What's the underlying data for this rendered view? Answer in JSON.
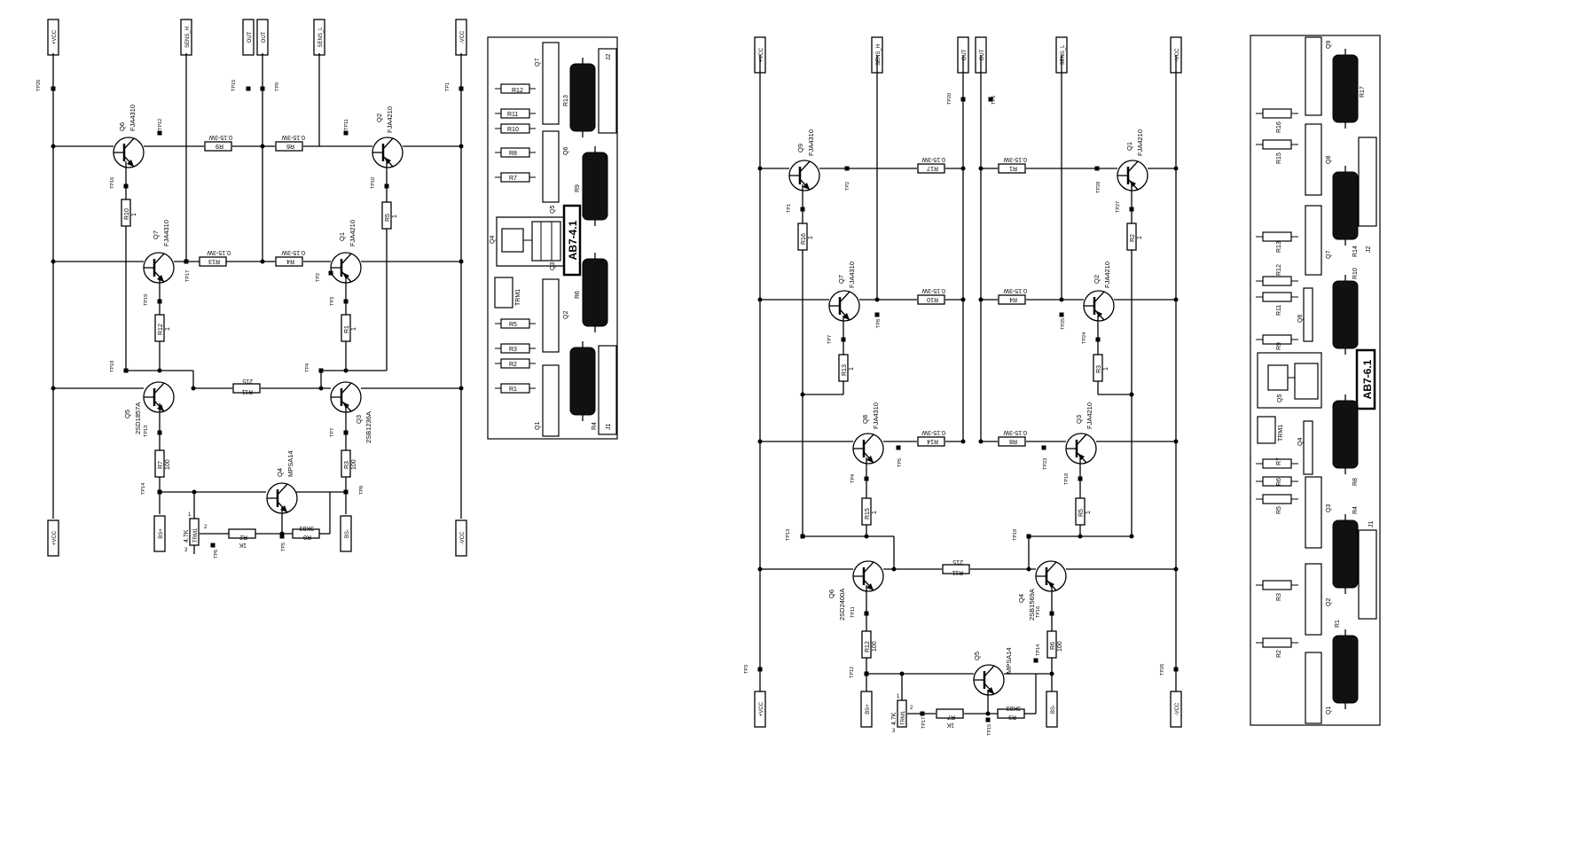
{
  "left": {
    "rails": {
      "vcc_pos_top": "+VCC",
      "sens_h": "SENS_H",
      "out_a": "OUT",
      "out_b": "OUT",
      "sens_l": "SENS_L",
      "vcc_neg_top": "-VCC",
      "vcc_pos_bot": "+VCC",
      "bs_pos": "BS+",
      "bs_neg": "BS-",
      "vcc_neg_bot": "-VCC"
    },
    "testpoints": {
      "tp20": "TP20",
      "tp15": "TP15",
      "tp9": "TP9",
      "tp1": "TP1",
      "tp12": "TP12",
      "tp11": "TP11",
      "tp16": "TP16",
      "tp10": "TP10",
      "tp17": "TP17",
      "tp2": "TP2",
      "tp19": "TP19",
      "tp3": "TP3",
      "tp18": "TP18",
      "tp4": "TP4",
      "tp13": "TP13",
      "tp7": "TP7",
      "tp14": "TP14",
      "tp8": "TP8",
      "tp6": "TP6",
      "tp5": "TP5"
    },
    "transistors": {
      "q6": "Q6",
      "q6_part": "FJA4310",
      "q2": "Q2",
      "q2_part": "FJA4210",
      "q7": "Q7",
      "q7_part": "FJA4310",
      "q1": "Q1",
      "q1_part": "FJA4210",
      "q5": "Q5",
      "q5_part": "2SD1857A",
      "q3": "Q3",
      "q3_part": "2SB1236A",
      "q4": "Q4",
      "q4_part": "MPSA14"
    },
    "resistors": {
      "r9": "R9",
      "r9_val": "0.15-3W",
      "r6": "R6",
      "r6_val": "0.15-3W",
      "r13": "R13",
      "r13_val": "0.15-3W",
      "r4": "R4",
      "r4_val": "0.15-3W",
      "r10": "R10",
      "r10_val": "1",
      "r5": "R5",
      "r5_val": "1",
      "r12": "R12",
      "r12_val": "1",
      "r1": "R1",
      "r1_val": "1",
      "r11": "R11",
      "r11_val": "215",
      "r7": "R7",
      "r7_val": "100",
      "r3": "R3",
      "r3_val": "100",
      "r2": "R2",
      "r2_val": "1K",
      "r8": "R8",
      "r8_val": "3K83",
      "trm1": "TRM1",
      "trm1_val": "4.7K",
      "pin1": "1",
      "pin2": "2",
      "pin3": "3"
    }
  },
  "right": {
    "rails": {
      "vcc_pos_top": "+VCC",
      "sens_h": "SENS_H",
      "out_a": "OUT",
      "out_b": "OUT",
      "sens_l": "SENS_L",
      "vcc_neg_top": "-VCC",
      "vcc_pos_bot": "+VCC",
      "bs_pos": "BS+",
      "bs_neg": "BS-",
      "vcc_neg_bot": "-VCC"
    },
    "testpoints": {
      "tp20": "TP20",
      "tp6": "TP6",
      "tp2": "TP2",
      "tp28": "TP28",
      "tp1": "TP1",
      "tp27": "TP27",
      "tp8": "TP8",
      "tp25": "TP25",
      "tp7": "TP7",
      "tp24": "TP24",
      "tp5": "TP5",
      "tp23": "TP23",
      "tp4": "TP4",
      "tp18": "TP18",
      "tp13": "TP13",
      "tp19": "TP19",
      "tp11": "TP11",
      "tp16": "TP16",
      "tp3": "TP3",
      "tp12": "TP12",
      "tp14": "TP14",
      "tp26": "TP26",
      "tp17": "TP17",
      "tp15": "TP15"
    },
    "transistors": {
      "q9": "Q9",
      "q9_part": "FJA4310",
      "q1": "Q1",
      "q1_part": "FJA4210",
      "q7": "Q7",
      "q7_part": "FJA4310",
      "q2": "Q2",
      "q2_part": "FJA4210",
      "q8": "Q8",
      "q8_part": "FJA4310",
      "q3": "Q3",
      "q3_part": "FJA4210",
      "q6": "Q6",
      "q6_part": "2SD2400A",
      "q4": "Q4",
      "q4_part": "2SB1569A",
      "q5": "Q5",
      "q5_part": "MPSA14"
    },
    "resistors": {
      "r17": "R17",
      "r17_val": "0.15-3W",
      "r1": "R1",
      "r1_val": "0.15-3W",
      "r10": "R10",
      "r10_val": "0.15-3W",
      "r4": "R4",
      "r4_val": "0.15-3W",
      "r14": "R14",
      "r14_val": "0.15-3W",
      "r8": "R8",
      "r8_val": "0.15-3W",
      "r16": "R16",
      "r16_val": "1",
      "r2": "R2",
      "r2_val": "1",
      "r13": "R13",
      "r13_val": "1",
      "r3": "R3",
      "r3_val": "1",
      "r15": "R15",
      "r15_val": "1",
      "r5": "R5",
      "r5_val": "1",
      "r11": "R11",
      "r11_val": "215",
      "r12": "R12",
      "r12_val": "100",
      "r6": "R6",
      "r6_val": "100",
      "r7": "R7",
      "r7_val": "1K",
      "r9": "R9",
      "r9_val": "3K83",
      "trm1": "TRM1",
      "trm1_val": "4.7K",
      "pin1": "1",
      "pin2": "2",
      "pin3": "3"
    }
  },
  "pcb_a": {
    "board_label": "AB7-4.1",
    "labels": {
      "q7": "Q7",
      "j2": "J2",
      "r12": "R12",
      "r13": "R13",
      "r11": "R11",
      "r10": "R10",
      "r8": "R8",
      "q6": "Q6",
      "r7": "R7",
      "r9": "R9",
      "q4": "Q4",
      "q5": "Q5",
      "q3": "Q3",
      "trm1": "TRM1",
      "r6": "R6",
      "r5": "R5",
      "q2": "Q2",
      "r3": "R3",
      "r2": "R2",
      "r1": "R1",
      "q1": "Q1",
      "r4": "R4",
      "j1": "J1"
    }
  },
  "pcb_b": {
    "board_label": "AB7-6.1",
    "labels": {
      "q9": "Q9",
      "r17": "R17",
      "r16": "R16",
      "q8": "Q8",
      "r15": "R15",
      "r14": "R14",
      "j2": "J2",
      "r13": "R13",
      "q7": "Q7",
      "r12": "R12",
      "r10": "R10",
      "r11": "R11",
      "q6": "Q6",
      "r9": "R9",
      "q5": "Q5",
      "trm1": "TRM1",
      "q4": "Q4",
      "r7": "R7",
      "r8": "R8",
      "r6": "R6",
      "r5": "R5",
      "q3": "Q3",
      "r4": "R4",
      "j1": "J1",
      "r3": "R3",
      "q2": "Q2",
      "r1": "R1",
      "r2": "R2",
      "q1": "Q1"
    }
  }
}
